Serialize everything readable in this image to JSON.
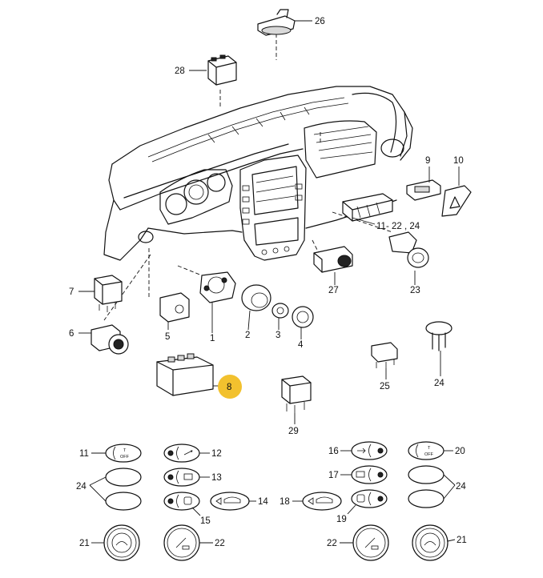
{
  "callouts": {
    "c1": "1",
    "c2": "2",
    "c3": "3",
    "c4": "4",
    "c5": "5",
    "c6": "6",
    "c7": "7",
    "c8": "8",
    "c9": "9",
    "c10": "10",
    "c11_22_24": "11- 22 , 24",
    "c23": "23",
    "c24a": "24",
    "c25": "25",
    "c26": "26",
    "c27": "27",
    "c28": "28",
    "c29": "29",
    "l11": "11",
    "l12": "12",
    "l13": "13",
    "l14": "14",
    "l15": "15",
    "l16": "16",
    "l17": "17",
    "l18": "18",
    "l19": "19",
    "l20": "20",
    "l21a": "21",
    "l22a": "22",
    "l22b": "22",
    "l21b": "21",
    "l24a": "24",
    "l24b": "24"
  },
  "button_text": {
    "b11_line1": "T",
    "b11_line2": "OFF",
    "b20_line1": "T",
    "b20_line2": "OFF"
  },
  "colors": {
    "highlight_badge": "#f2c12e",
    "line": "#111111",
    "background": "#ffffff"
  }
}
